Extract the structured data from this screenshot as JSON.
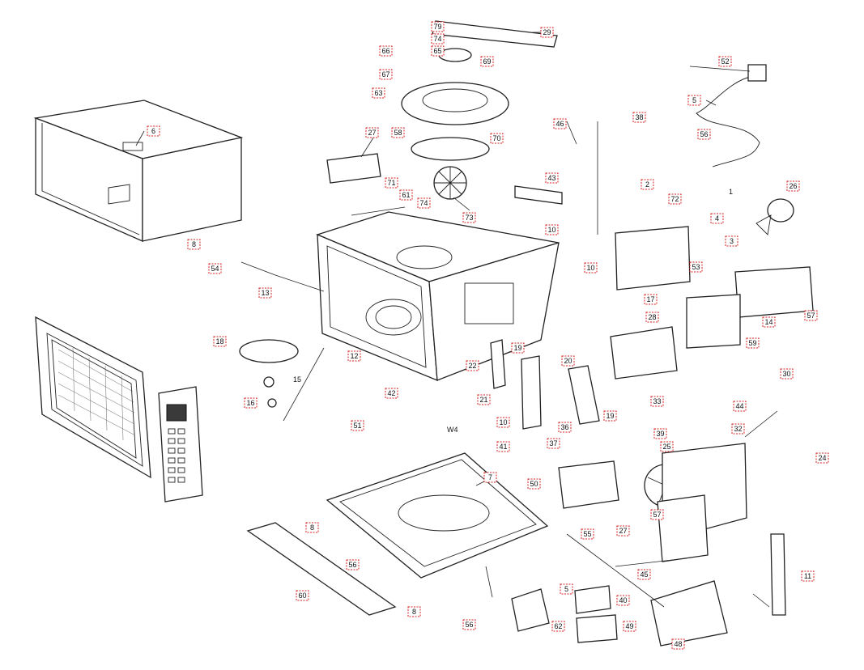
{
  "callouts": [
    "79",
    "74",
    "29",
    "66",
    "65",
    "69",
    "67",
    "63",
    "58",
    "70",
    "71",
    "61",
    "74",
    "73",
    "27",
    "6",
    "8",
    "54",
    "13",
    "46",
    "38",
    "43",
    "10",
    "10",
    "18",
    "12",
    "15",
    "16",
    "2",
    "72",
    "4",
    "3",
    "52",
    "5",
    "56",
    "1",
    "26",
    "53",
    "57",
    "17",
    "14",
    "59",
    "30",
    "28",
    "33",
    "39",
    "44",
    "32",
    "24",
    "42",
    "22",
    "19",
    "21",
    "20",
    "19",
    "37",
    "10",
    "36",
    "41",
    "50",
    "7",
    "51",
    "55",
    "25",
    "27",
    "57",
    "45",
    "11",
    "8",
    "56",
    "60",
    "8",
    "56",
    "62",
    "5",
    "40",
    "49",
    "48"
  ],
  "labels": {
    "w4": "W4"
  },
  "colors": {
    "callout_border": "#d42020",
    "line": "#222222"
  }
}
